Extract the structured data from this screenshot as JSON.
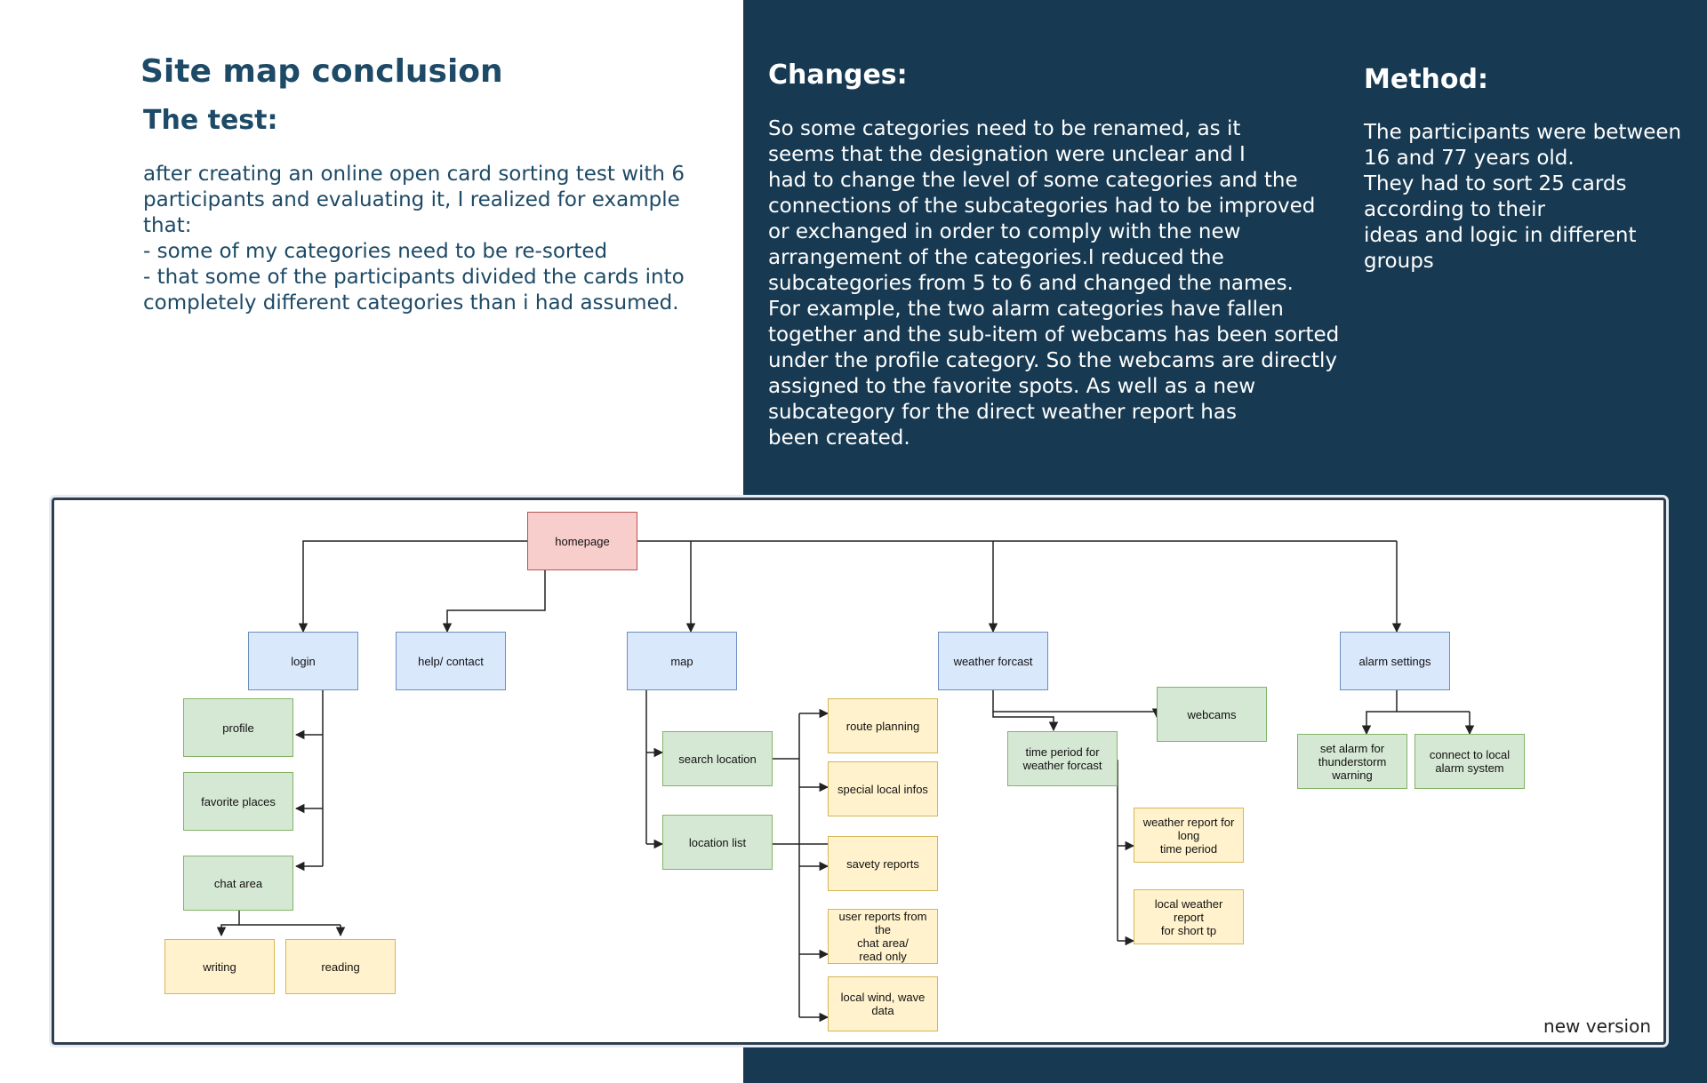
{
  "left": {
    "title": "Site map conclusion",
    "test_heading": "The test:",
    "test_text": "after creating an online open card sorting test with 6\nparticipants and evaluating it, I realized for example\nthat:\n- some of my categories need to be re-sorted\n- that some of the participants divided the cards into\ncompletely different categories than i had assumed."
  },
  "changes": {
    "heading": "Changes:",
    "text": "So some categories need to be renamed, as it\nseems that the designation were unclear and I\nhad to change the level of some categories and the\nconnections of the subcategories had to be improved\nor exchanged in order to comply with the new\narrangement of the categories.I reduced the\nsubcategories from 5 to 6 and changed the names.\nFor example, the two alarm categories have fallen\ntogether and the sub-item of webcams has been sorted\nunder the profile category. So the webcams are directly\nassigned to the favorite spots. As well as a new\nsubcategory for the direct weather report has\nbeen created."
  },
  "method": {
    "heading": "Method:",
    "text": "The participants were between\n16 and 77 years old.\nThey had to sort 25 cards\naccording to their\nideas and logic in different\ngroups"
  },
  "diagram": {
    "version_label": "new version",
    "colors": {
      "pink": "#f8cecc",
      "blue": "#dae8fc",
      "green": "#d5e8d4",
      "yellow": "#fff2cc"
    },
    "nodes": {
      "homepage": "homepage",
      "login": "login",
      "help": "help/ contact",
      "map": "map",
      "weather": "weather forcast",
      "alarm": "alarm settings",
      "profile": "profile",
      "favorite": "favorite places",
      "chat": "chat area",
      "writing": "writing",
      "reading": "reading",
      "search": "search location",
      "list": "location list",
      "route": "route planning",
      "special": "special local infos",
      "savety": "savety reports",
      "userreports": "user reports from the\nchat area/\nread only",
      "wind": "local wind, wave data",
      "webcams": "webcams",
      "timeperiod": "time period for\nweather forcast",
      "longperiod": "weather report for\nlong\ntime period",
      "shortperiod": "local weather report\nfor short tp",
      "setalarm": "set alarm for\nthunderstorm\nwarning",
      "connect": "connect to local\nalarm system"
    }
  }
}
